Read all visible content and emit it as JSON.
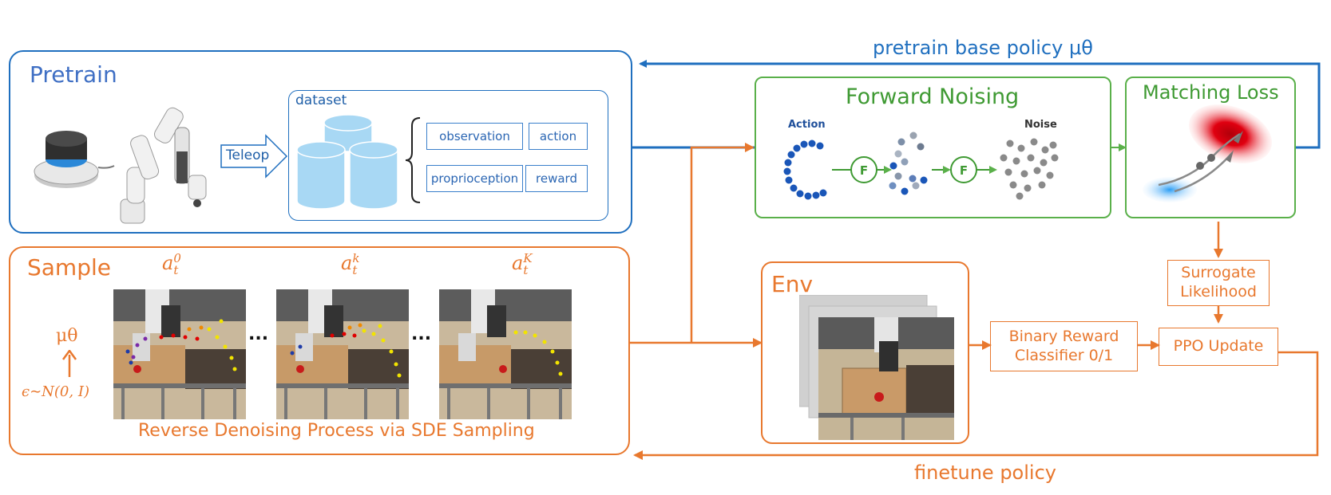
{
  "pretrain": {
    "title": "Pretrain",
    "teleop_label": "Teleop",
    "dataset_label": "dataset",
    "fields": [
      "observation",
      "action",
      "proprioception",
      "reward"
    ]
  },
  "top_flow_label": "pretrain base policy μθ",
  "forward_noising": {
    "title": "Forward Noising",
    "action_label": "Action",
    "noise_label": "Noise",
    "op_label": "F"
  },
  "matching_loss": {
    "title": "Matching Loss"
  },
  "sample": {
    "title": "Sample",
    "policy_symbol": "μθ",
    "noise_expr": "ϵ∼N(0, I)",
    "step_labels": [
      "a_t^0",
      "a_t^k",
      "a_t^K"
    ],
    "ellipsis": "...",
    "caption": "Reverse Denoising Process via SDE Sampling"
  },
  "env": {
    "title": "Env"
  },
  "surrogate": {
    "label": "Surrogate Likelihood"
  },
  "reward_classifier": {
    "label": "Binary Reward Classifier 0/1"
  },
  "ppo": {
    "label": "PPO Update"
  },
  "bottom_flow_label": "finetune policy",
  "colors": {
    "blue": "#1f6fbf",
    "orange": "#e8782e",
    "green": "#5ab04a",
    "dataset_fill": "#a8d8f4",
    "loss_red": "#e00010",
    "loss_blue": "#2a9df4"
  }
}
